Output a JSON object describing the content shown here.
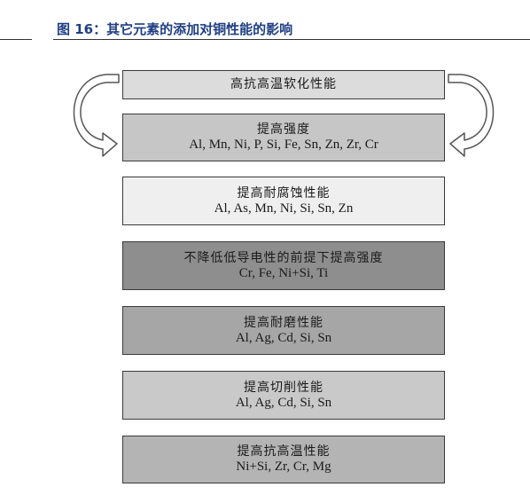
{
  "figure": {
    "title": "图 16：其它元素的添加对铜性能的影响"
  },
  "boxes": [
    {
      "heading": "高抗高温软化性能",
      "elements": "",
      "fill": "#dcdcdc"
    },
    {
      "heading": "提高强度",
      "elements": "Al, Mn, Ni, P, Si, Fe, Sn, Zn, Zr, Cr",
      "fill": "#c6c6c6"
    },
    {
      "heading": "提高耐腐蚀性能",
      "elements": "Al, As, Mn, Ni, Si, Sn, Zn",
      "fill": "#efefef"
    },
    {
      "heading": "不降低低导电性的前提下提高强度",
      "elements": "Cr, Fe, Ni+Si, Ti",
      "fill": "#8e8e8e"
    },
    {
      "heading": "提高耐磨性能",
      "elements": "Al, Ag, Cd, Si, Sn",
      "fill": "#a6a6a6"
    },
    {
      "heading": "提高切削性能",
      "elements": "Al, Ag, Cd, Si, Sn",
      "fill": "#c9c9c9"
    },
    {
      "heading": "提高抗高温性能",
      "elements": "Ni+Si, Zr, Cr, Mg",
      "fill": "#b4b4b4"
    }
  ],
  "colors": {
    "title": "#1f3e82",
    "rule": "#333333",
    "border": "#3a3a3a"
  },
  "icons": [
    "curved-arrow-left-icon",
    "curved-arrow-right-icon"
  ]
}
